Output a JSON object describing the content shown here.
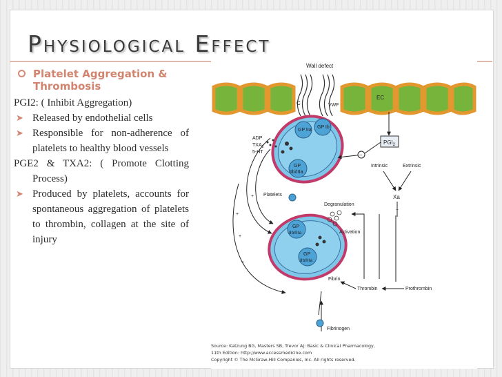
{
  "slide": {
    "title": "Physiological Effect",
    "heading": "Platelet Aggregation & Thrombosis",
    "pgi2_heading": "PGI2: ( Inhibit Aggregation)",
    "pgi2_point1": "Released by endothelial cells",
    "pgi2_point2": "Responsible for non-adherence of platelets   to healthy blood vessels",
    "pge2_heading": "PGE2 & TXA2: ( Promote Clotting Process)",
    "pge2_point1": "Produced by platelets, accounts for spontaneous aggregation of platelets to thrombin, collagen at the site of injury"
  },
  "figure": {
    "labels": {
      "wall_defect": "Wall defect",
      "c": "C",
      "vwf": "VWF",
      "ec": "EC",
      "pgi2": "PGI",
      "pgi2_sub": "2",
      "adp": "ADP",
      "txa2": "TXA",
      "txa2_sub": "2",
      "ht": "5-HT",
      "gp_iia": "GP IIa",
      "gp_ib": "GP Ib",
      "gp": "GP",
      "iib_iiia": "IIb/IIIa",
      "platelets": "Platelets",
      "degranulation": "Degranulation",
      "intrinsic": "Intrinsic",
      "extrinsic": "Extrinsic",
      "xa": "Xa",
      "activation": "Activation",
      "fibrin": "Fibrin",
      "thrombin": "Thrombin",
      "prothrombin": "Prothrombin",
      "fibrinogen": "Fibrinogen",
      "minus": "−",
      "plus": "+"
    },
    "caption": {
      "line1": "Source: Katzung BG, Masters SB, Trevor AJ: Basic & Clinical Pharmacology,",
      "line2": "11th Edition: http://www.accessmedicine.com",
      "line3": "Copyright © The McGraw-Hill Companies, Inc. All rights reserved."
    }
  },
  "colors": {
    "accent": "#d2846f",
    "cell": "#e3982f",
    "cell_fill": "#76b43b",
    "platelet": "#7fc7e8",
    "membrane": "#c23a6a"
  }
}
